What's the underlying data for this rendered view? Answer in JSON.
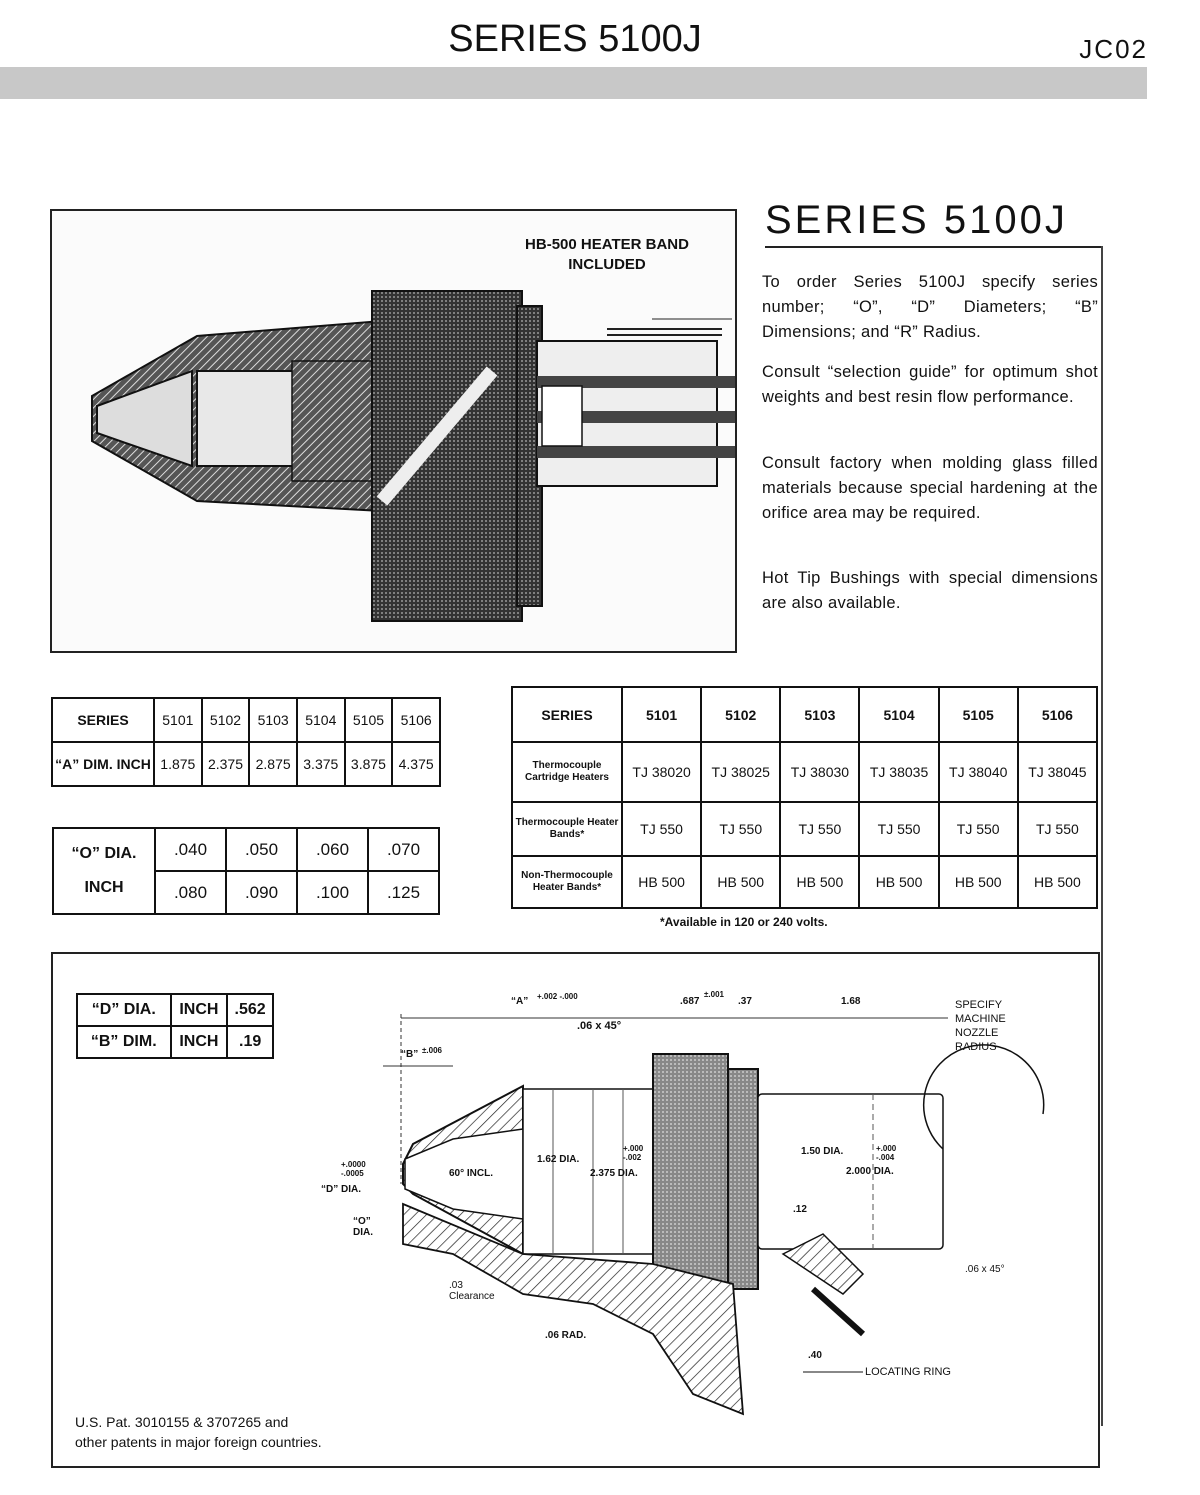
{
  "header": {
    "title": "SERIES 5100J",
    "code": "JC02"
  },
  "photo": {
    "caption_line1": "HB-500 HEATER BAND",
    "caption_line2": "INCLUDED"
  },
  "description": {
    "heading": "SERIES 5100J",
    "paragraphs": [
      "To order Series 5100J specify series number; “O”, “D” Diameters; “B” Dimensions; and “R” Radius.",
      "Consult “selection guide” for optimum shot weights and best resin flow performance.",
      "Consult factory when molding glass filled materials because special hardening at the orifice area may be required.",
      "Hot Tip Bushings with special dimensions are also available."
    ]
  },
  "a_dim_table": {
    "series_label": "SERIES",
    "dim_label": "“A” DIM. INCH",
    "series": [
      "5101",
      "5102",
      "5103",
      "5104",
      "5105",
      "5106"
    ],
    "values": [
      "1.875",
      "2.375",
      "2.875",
      "3.375",
      "3.875",
      "4.375"
    ]
  },
  "o_dia_table": {
    "label_line1": "“O” DIA.",
    "label_line2": "INCH",
    "row1": [
      ".040",
      ".050",
      ".060",
      ".070"
    ],
    "row2": [
      ".080",
      ".090",
      ".100",
      ".125"
    ]
  },
  "heater_table": {
    "series_label": "SERIES",
    "series": [
      "5101",
      "5102",
      "5103",
      "5104",
      "5105",
      "5106"
    ],
    "rows": [
      {
        "label": "Thermocouple Cartridge Heaters",
        "values": [
          "TJ 38020",
          "TJ 38025",
          "TJ 38030",
          "TJ 38035",
          "TJ 38040",
          "TJ 38045"
        ]
      },
      {
        "label": "Thermocouple Heater Bands*",
        "values": [
          "TJ 550",
          "TJ 550",
          "TJ 550",
          "TJ 550",
          "TJ 550",
          "TJ 550"
        ]
      },
      {
        "label": "Non-Thermocouple Heater Bands*",
        "values": [
          "HB 500",
          "HB 500",
          "HB 500",
          "HB 500",
          "HB 500",
          "HB 500"
        ]
      }
    ],
    "note": "*Available in 120 or 240 volts."
  },
  "d_b_table": {
    "rows": [
      {
        "label": "“D” DIA.",
        "unit": "INCH",
        "value": ".562"
      },
      {
        "label": "“B” DIM.",
        "unit": "INCH",
        "value": ".19"
      }
    ]
  },
  "drawing_labels": {
    "a": "“A”",
    "a_tol": "+.002 -.000",
    "d687": ".687",
    "d687_tol": "±.001",
    "d37": ".37",
    "d168": "1.68",
    "specify": "SPECIFY MACHINE NOZZLE RADIUS",
    "chamfer1": ".06 x 45°",
    "b": "“B”",
    "b_tol": "±.006",
    "incl": "60° INCL.",
    "dia162": "1.62 DIA.",
    "dia2375": "2.375 DIA.",
    "dia2375_tol": "+.000 -.002",
    "dia150": "1.50 DIA.",
    "dia2000": "2.000 DIA.",
    "dia2000_tol": "+.000 -.004",
    "d_tol": "+.0000 -.0005",
    "d_dia": "“D” DIA.",
    "o_dia": "“O” DIA.",
    "d12": ".12",
    "clearance": ".03 Clearance",
    "rad": ".06 RAD.",
    "chamfer2": ".06 x 45°",
    "d40": ".40",
    "locating": "LOCATING RING"
  },
  "patent": {
    "line1": "U.S. Pat. 3010155 & 3707265 and",
    "line2": "other patents in major foreign countries."
  }
}
